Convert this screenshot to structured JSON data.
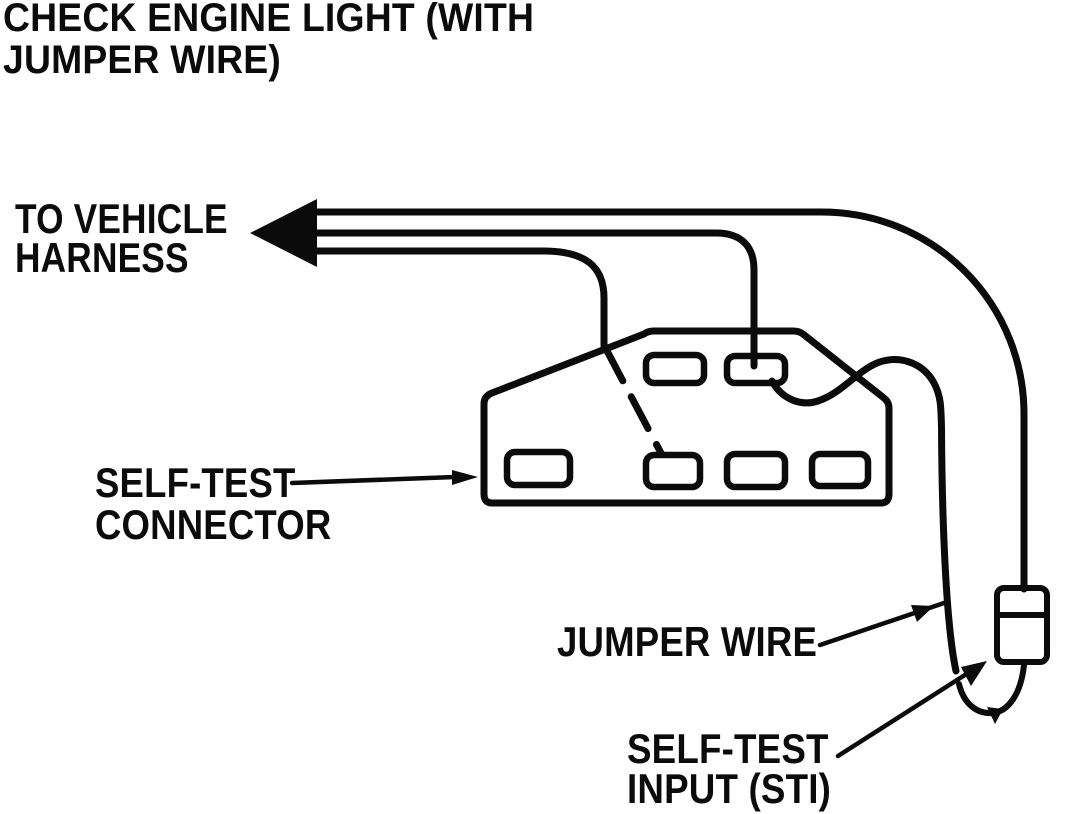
{
  "figure": {
    "type": "wiring-diagram",
    "title_line1": "CHECK ENGINE LIGHT (WITH",
    "title_line2": "JUMPER WIRE)",
    "colors": {
      "ink": "#0b0b0b",
      "paper": "#ffffff"
    }
  },
  "labels": {
    "vehicle_harness_line1": "TO VEHICLE",
    "vehicle_harness_line2": "HARNESS",
    "self_test_connector_line1": "SELF-TEST",
    "self_test_connector_line2": "CONNECTOR",
    "jumper_wire": "JUMPER WIRE",
    "self_test_input_line1": "SELF-TEST",
    "self_test_input_line2": "INPUT (STI)"
  }
}
